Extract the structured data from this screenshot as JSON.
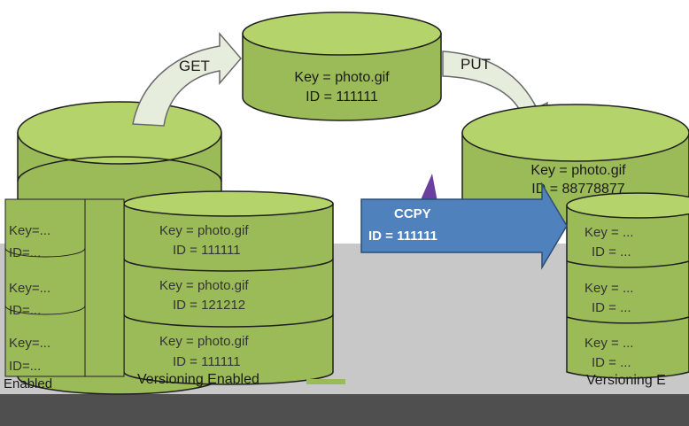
{
  "labels": {
    "get": "GET",
    "put": "PUT",
    "copy_line1": "CCPY",
    "copy_line2": "ID = 111111"
  },
  "top_bucket": {
    "line1": "Key = photo.gif",
    "line2": "ID = 111111"
  },
  "right_bucket": {
    "line1": "Key = photo.gif",
    "line2": "ID = 88778877"
  },
  "captions": {
    "left_partial": "Enabled",
    "middle": "Versioning  Enabled",
    "right_partial": "Versioning  E"
  },
  "colors": {
    "bucket_fill": "#9bbb59",
    "bucket_top": "#b5d36b",
    "bucket_stroke": "#1f1f1f",
    "arrow_fill": "#e6eddd",
    "copy_arrow": "#4f81bd",
    "gray_band": "#c8c8c8",
    "bottom_bar": "#4f4f4f"
  },
  "icons": [
    "curved-arrow-get-icon",
    "curved-arrow-put-icon",
    "copy-arrow-icon"
  ]
}
